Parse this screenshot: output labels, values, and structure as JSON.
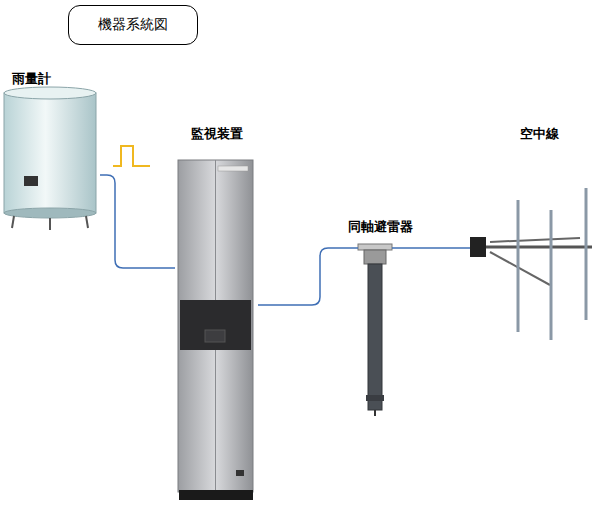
{
  "diagram": {
    "title": "機器系統図",
    "nodes": [
      {
        "text": [
          "雨量計"
        ]
      },
      {
        "text": [
          "監視装置"
        ]
      },
      {
        "text": [
          "同軸避雷器"
        ]
      },
      {
        "text": [
          "空中線"
        ]
      }
    ],
    "edges": [
      {
        "from": 0,
        "to": 1,
        "arrow": "none"
      },
      {
        "from": 1,
        "to": 2,
        "arrow": "none"
      },
      {
        "from": 2,
        "to": 3,
        "arrow": "none"
      }
    ]
  }
}
